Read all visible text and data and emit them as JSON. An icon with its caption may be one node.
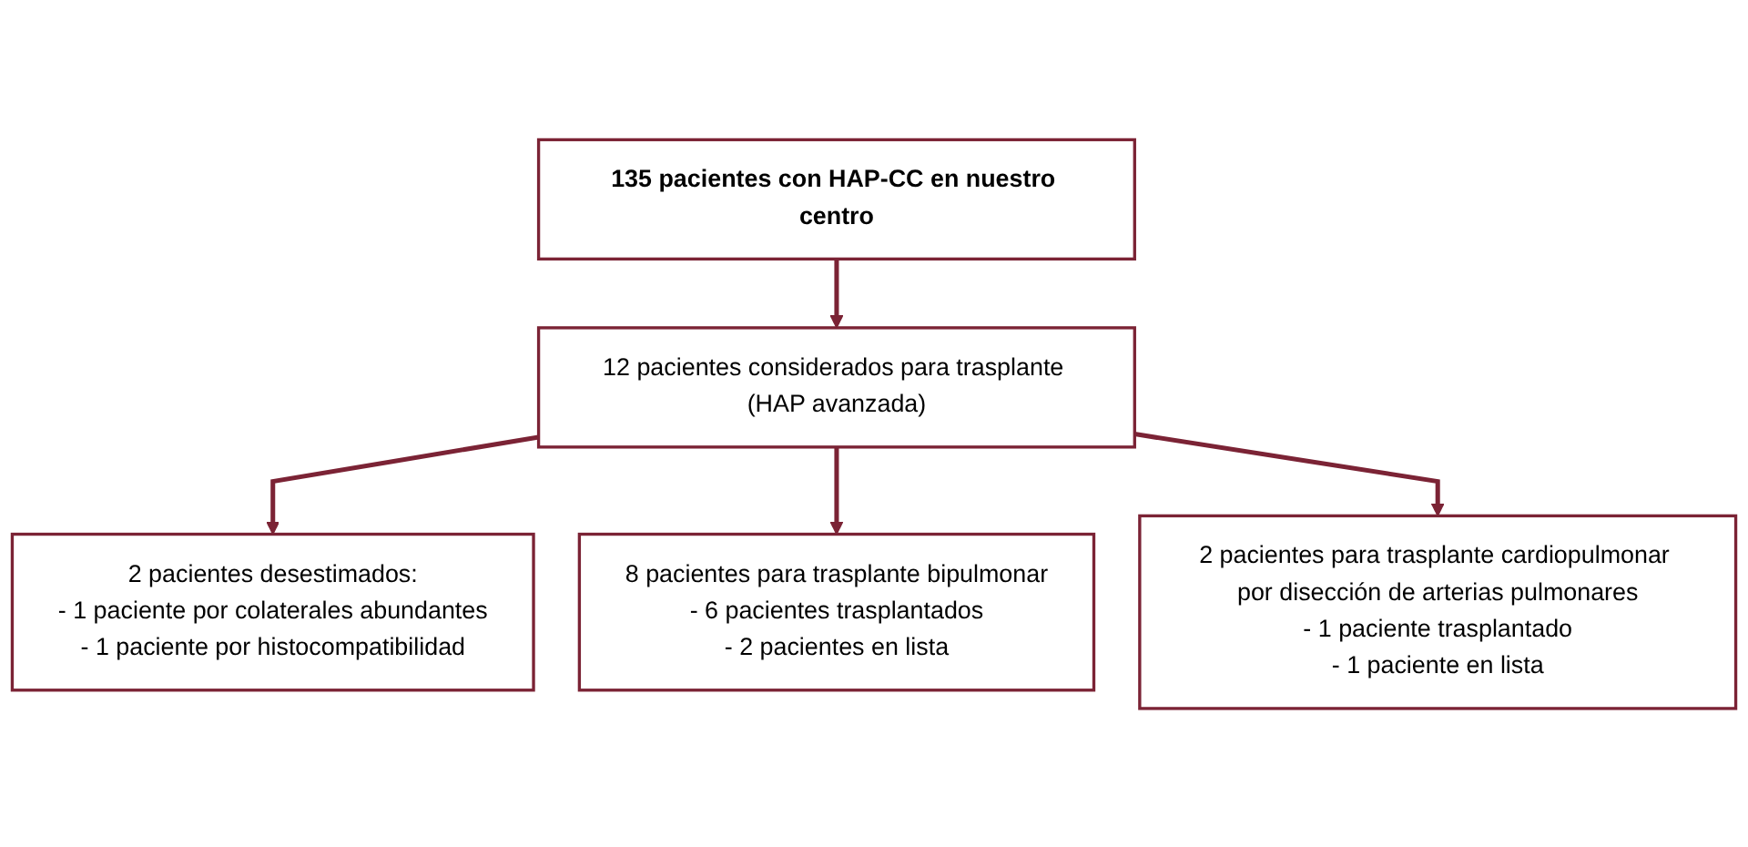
{
  "diagram": {
    "nodes": [
      {
        "text": [
          "135 pacientes con HAP-CC en nuestro centro"
        ]
      },
      {
        "text": [
          "12 pacientes considerados para trasplante (HAP avanzada)"
        ]
      },
      {
        "text": [
          "2 pacientes desestimados:",
          "- 1 paciente por colaterales abundantes",
          "- 1 paciente por histocompatibilidad"
        ]
      },
      {
        "text": [
          "8 pacientes para trasplante bipulmonar",
          "- 6 pacientes trasplantados",
          "- 2 pacientes en lista"
        ]
      },
      {
        "text": [
          "2 pacientes para trasplante cardiopulmonar por disección de arterias pulmonares",
          "- 1 paciente trasplantado",
          "- 1 paciente en lista"
        ]
      }
    ],
    "edges": [
      {
        "from": 0,
        "to": 1,
        "arrow": "to"
      },
      {
        "from": 1,
        "to": 2,
        "arrow": "to"
      },
      {
        "from": 1,
        "to": 3,
        "arrow": "to"
      },
      {
        "from": 1,
        "to": 4,
        "arrow": "to"
      }
    ]
  }
}
